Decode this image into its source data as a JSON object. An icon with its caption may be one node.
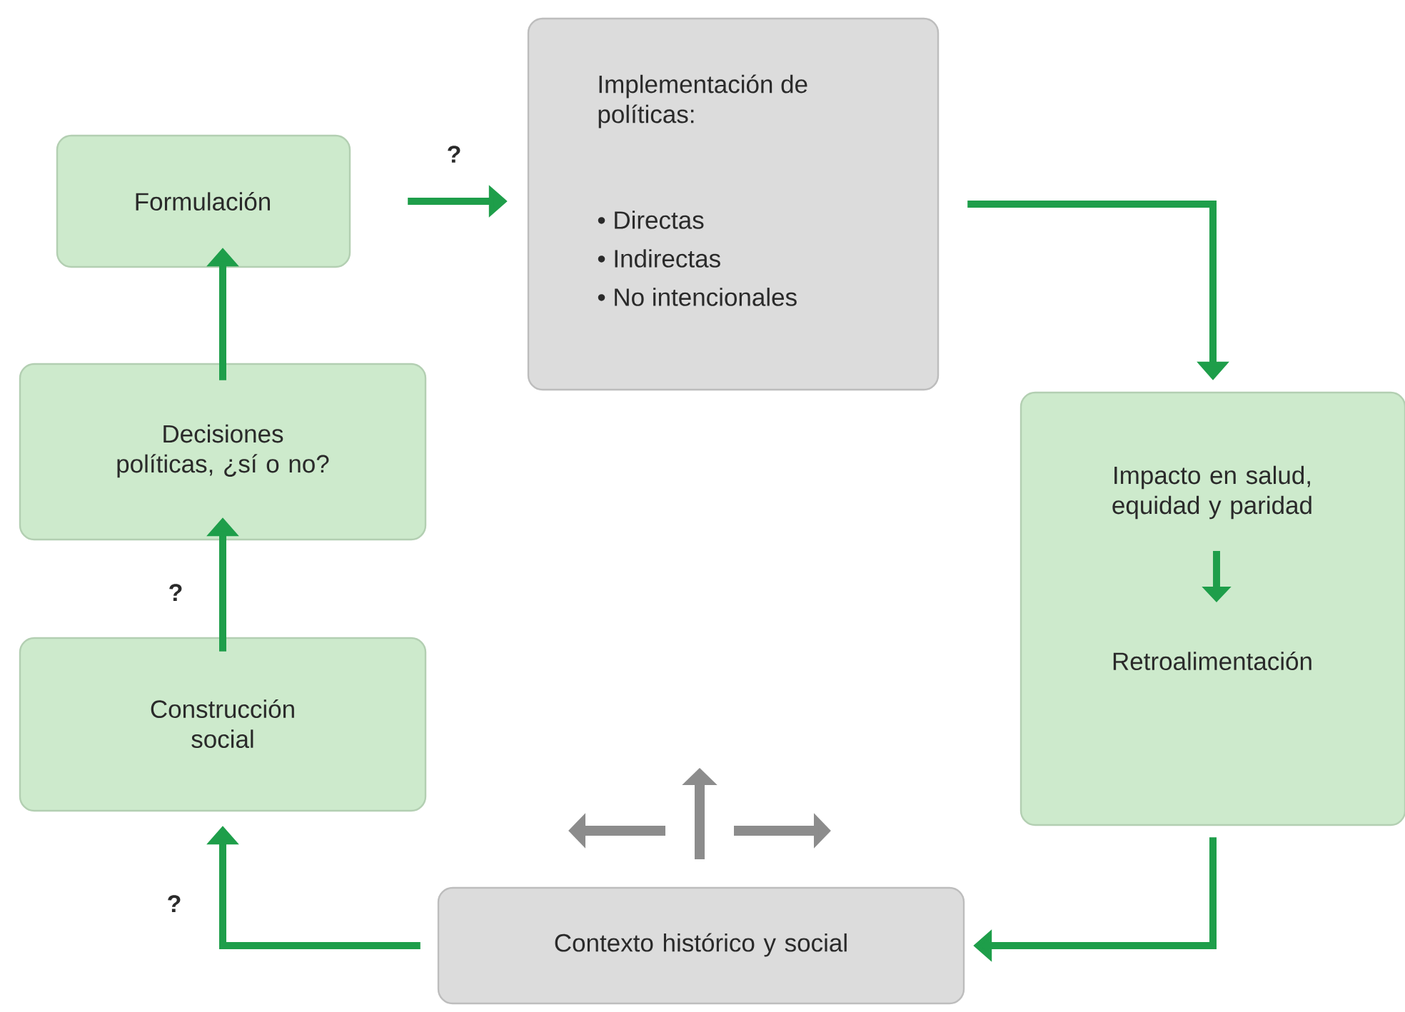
{
  "diagram": {
    "nodes": [
      {
        "text": [
          "Formulación"
        ]
      },
      {
        "text": [
          "Implementación de políticas:",
          "• Directas",
          "• Indirectas",
          "• No intencionales"
        ]
      },
      {
        "text": [
          "Decisiones políticas, ¿sí o no?"
        ]
      },
      {
        "text": [
          "Construcción social"
        ]
      },
      {
        "text": [
          "Impacto en salud, equidad y paridad",
          "Retroalimentación"
        ]
      },
      {
        "text": [
          "Contexto histórico y social"
        ]
      }
    ],
    "edges": [
      {
        "from": 0,
        "to": 1,
        "arrow": "to",
        "label": "?"
      },
      {
        "from": 1,
        "to": 4,
        "arrow": "to"
      },
      {
        "from": 4,
        "to": 5,
        "arrow": "to"
      },
      {
        "from": 5,
        "to": 3,
        "arrow": "to",
        "label": "?"
      },
      {
        "from": 3,
        "to": 2,
        "arrow": "to",
        "label": "?"
      },
      {
        "from": 2,
        "to": 0,
        "arrow": "to"
      }
    ]
  }
}
